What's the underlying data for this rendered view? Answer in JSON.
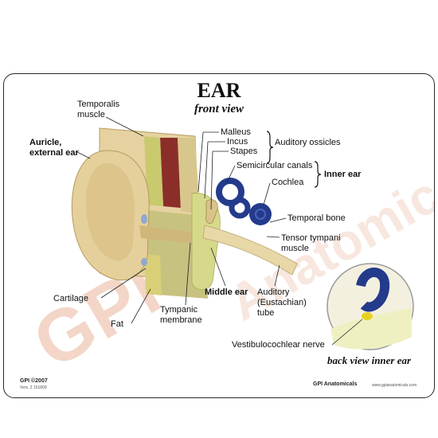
{
  "header": {
    "title": "EAR",
    "subtitle": "front view"
  },
  "watermark": {
    "text_left": "GPI",
    "text_right": "Anatomicals"
  },
  "labels": {
    "temporalis_muscle": "Temporalis\nmuscle",
    "auricle": "Auricle,\nexternal ear",
    "malleus": "Malleus",
    "incus": "Incus",
    "stapes": "Stapes",
    "auditory_ossicles": "Auditory ossicles",
    "semicircular_canals": "Semicircular canals",
    "cochlea": "Cochlea",
    "inner_ear": "Inner ear",
    "temporal_bone": "Temporal bone",
    "tensor_tympani": "Tensor tympani\nmuscle",
    "cartilage": "Cartilage",
    "fat": "Fat",
    "tympanic_membrane": "Tympanic\nmembrane",
    "middle_ear": "Middle ear",
    "auditory_tube": "Auditory\n(Eustachian)\ntube",
    "vestibulocochlear_nerve": "Vestibulocochlear nerve",
    "back_view_inner_ear": "back view inner ear"
  },
  "footer": {
    "copyright": "GPI ©2007",
    "version": "Vers. 2 151809",
    "brand": "GPI Anatomicals",
    "website": "www.gpianatomicals.com"
  },
  "colors": {
    "skin": "#e9d7a8",
    "muscle": "#8b2e2a",
    "bone_pattern": "#c9b97a",
    "cochlea_blue": "#243b8c",
    "nerve_yellow": "#e8d020",
    "tissue_green": "#c8d08a"
  }
}
